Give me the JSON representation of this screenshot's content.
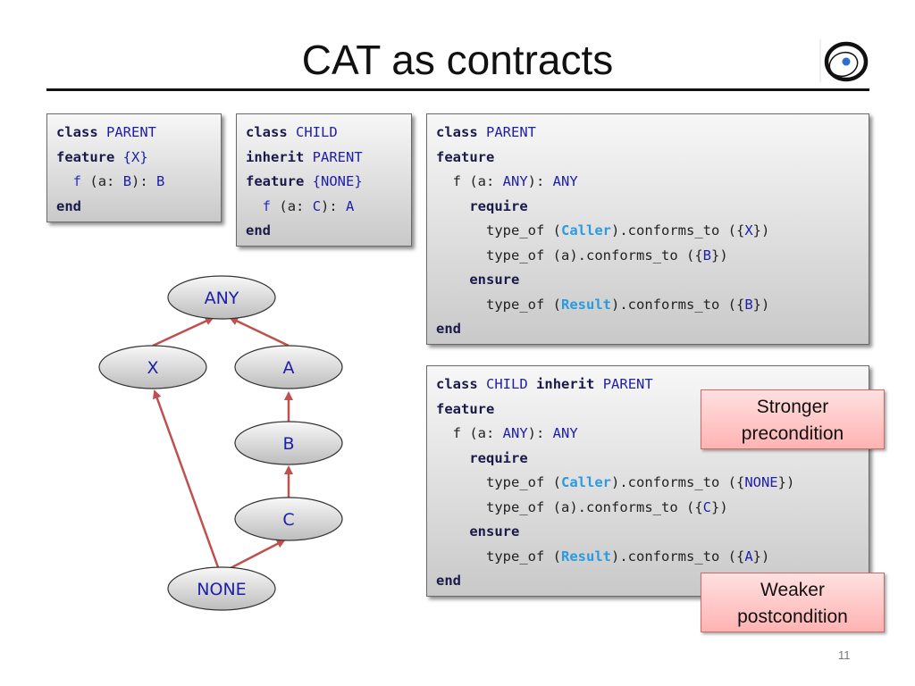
{
  "title": "CAT as contracts",
  "page_number": "11",
  "box1": {
    "l1_kw": "class",
    "l1_ty": "PARENT",
    "l2_kw": "feature",
    "l2_ty": "{X}",
    "l3_fn": "f",
    "l3_a": "(a: ",
    "l3_b": "B",
    "l3_c": "): ",
    "l3_d": "B",
    "l4_kw": "end"
  },
  "box2": {
    "l1_kw": "class",
    "l1_ty": "CHILD",
    "l2_kw": "inherit",
    "l2_ty": "PARENT",
    "l3_kw": "feature",
    "l3_ty": "{NONE}",
    "l4_fn": "f",
    "l4_a": "(a: ",
    "l4_b": "C",
    "l4_c": "): ",
    "l4_d": "A",
    "l5_kw": "end"
  },
  "box3": {
    "l1_kw": "class",
    "l1_ty": "PARENT",
    "l2_kw": "feature",
    "l3_a": "f (a: ",
    "l3_b": "ANY",
    "l3_c": "): ",
    "l3_d": "ANY",
    "l4_kw": "require",
    "l5_a": "type_of (",
    "l5_sp": "Caller",
    "l5_b": ").conforms_to ({",
    "l5_ty": "X",
    "l5_c": "})",
    "l6_a": "type_of (",
    "l6_v": "a",
    "l6_b": ").conforms_to ({",
    "l6_ty": "B",
    "l6_c": "})",
    "l7_kw": "ensure",
    "l8_a": "type_of (",
    "l8_sp": "Result",
    "l8_b": ").conforms_to ({",
    "l8_ty": "B",
    "l8_c": "})",
    "l9_kw": "end"
  },
  "box4": {
    "l1_kw": "class",
    "l1_ty": "CHILD",
    "l1_kw2": "inherit",
    "l1_ty2": "PARENT",
    "l2_kw": "feature",
    "l3_a": "f (a: ",
    "l3_b": "ANY",
    "l3_c": "): ",
    "l3_d": "ANY",
    "l4_kw": "require",
    "l5_a": "type_of (",
    "l5_sp": "Caller",
    "l5_b": ").conforms_to ({",
    "l5_ty": "NONE",
    "l5_c": "})",
    "l6_a": "type_of (",
    "l6_v": "a",
    "l6_b": ").conforms_to ({",
    "l6_ty": "C",
    "l6_c": "})",
    "l7_kw": "ensure",
    "l8_a": "type_of (",
    "l8_sp": "Result",
    "l8_b": ").conforms_to ({",
    "l8_ty": "A",
    "l8_c": "})",
    "l9_kw": "end"
  },
  "notes": {
    "stronger_l1": "Stronger",
    "stronger_l2": "precondition",
    "weaker_l1": "Weaker",
    "weaker_l2": "postcondition"
  },
  "graph": {
    "nodes": {
      "any": "ANY",
      "x": "X",
      "a": "A",
      "b": "B",
      "c": "C",
      "none": "NONE"
    }
  },
  "colors": {
    "arrow": "#c0504d",
    "node_text": "#1e1eaa",
    "accent_note": "#ffc8c8"
  }
}
